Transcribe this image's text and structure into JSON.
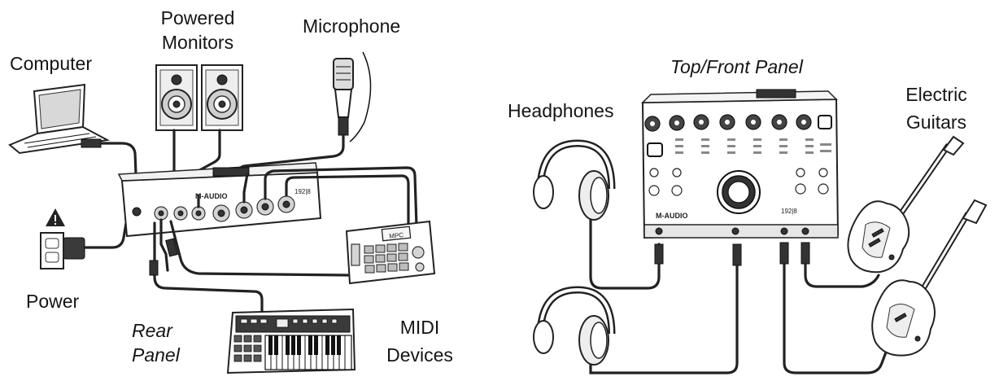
{
  "left_diagram": {
    "labels": {
      "computer": "Computer",
      "powered_monitors_line1": "Powered",
      "powered_monitors_line2": "Monitors",
      "microphone": "Microphone",
      "power": "Power",
      "rear_panel_line1": "Rear",
      "rear_panel_line2": "Panel",
      "midi_devices_line1": "MIDI",
      "midi_devices_line2": "Devices"
    },
    "device_markings": {
      "brand": "M-AUDIO",
      "model": "192|8"
    },
    "icons": [
      "laptop-icon",
      "monitor-speaker-icon",
      "microphone-icon",
      "power-adapter-icon",
      "warning-icon",
      "audio-interface-rear-icon",
      "drum-machine-icon",
      "midi-keyboard-icon"
    ]
  },
  "right_diagram": {
    "labels": {
      "top_front_panel": "Top/Front Panel",
      "headphones": "Headphones",
      "electric_guitars_line1": "Electric",
      "electric_guitars_line2": "Guitars"
    },
    "device_markings": {
      "brand": "M-AUDIO",
      "model": "192|8"
    },
    "icons": [
      "audio-interface-front-icon",
      "headphones-icon",
      "electric-guitar-icon",
      "bass-guitar-icon"
    ]
  },
  "colors": {
    "line": "#111111",
    "background": "#ffffff"
  }
}
